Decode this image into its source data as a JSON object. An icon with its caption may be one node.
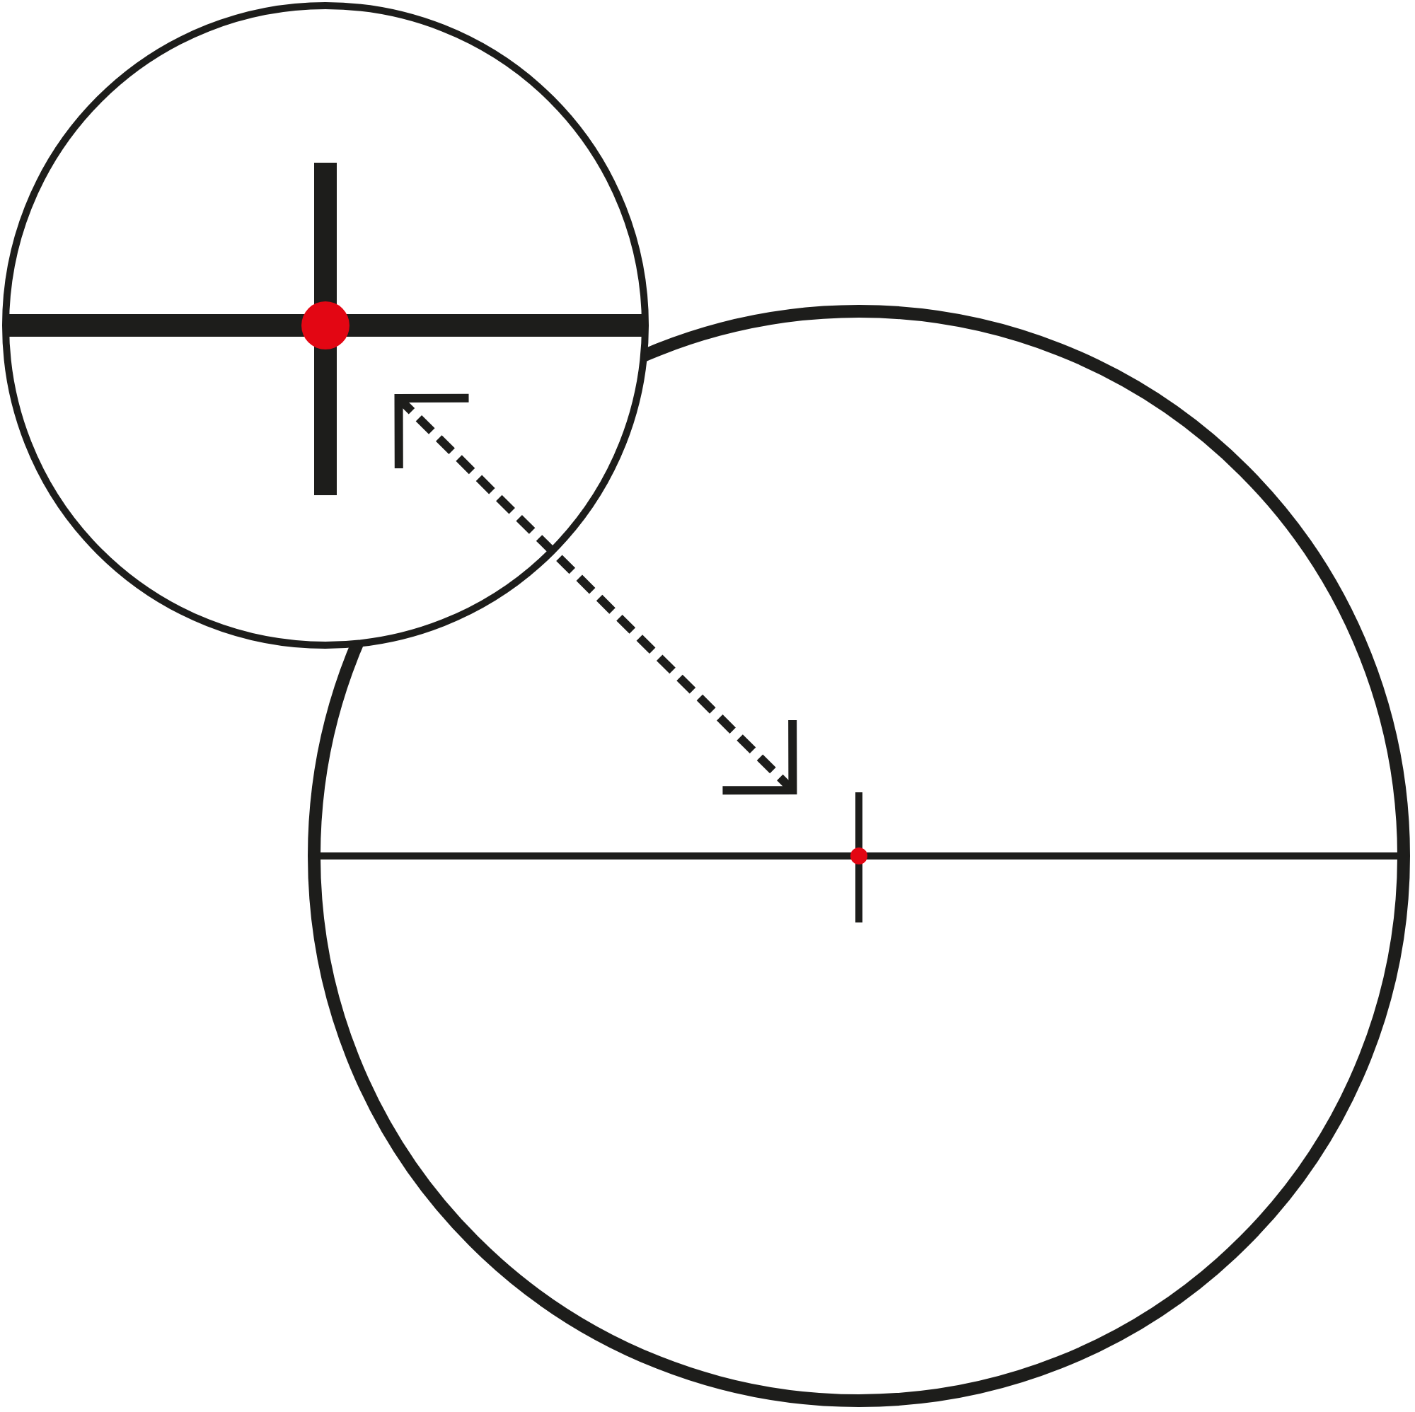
{
  "diagram": {
    "nodes": [
      {
        "text": [],
        "shape": "circle"
      },
      {
        "text": [],
        "shape": "circle"
      }
    ],
    "edges": [
      {
        "from": 0,
        "to": 1,
        "arrow": "both",
        "style": "dashed"
      }
    ]
  }
}
